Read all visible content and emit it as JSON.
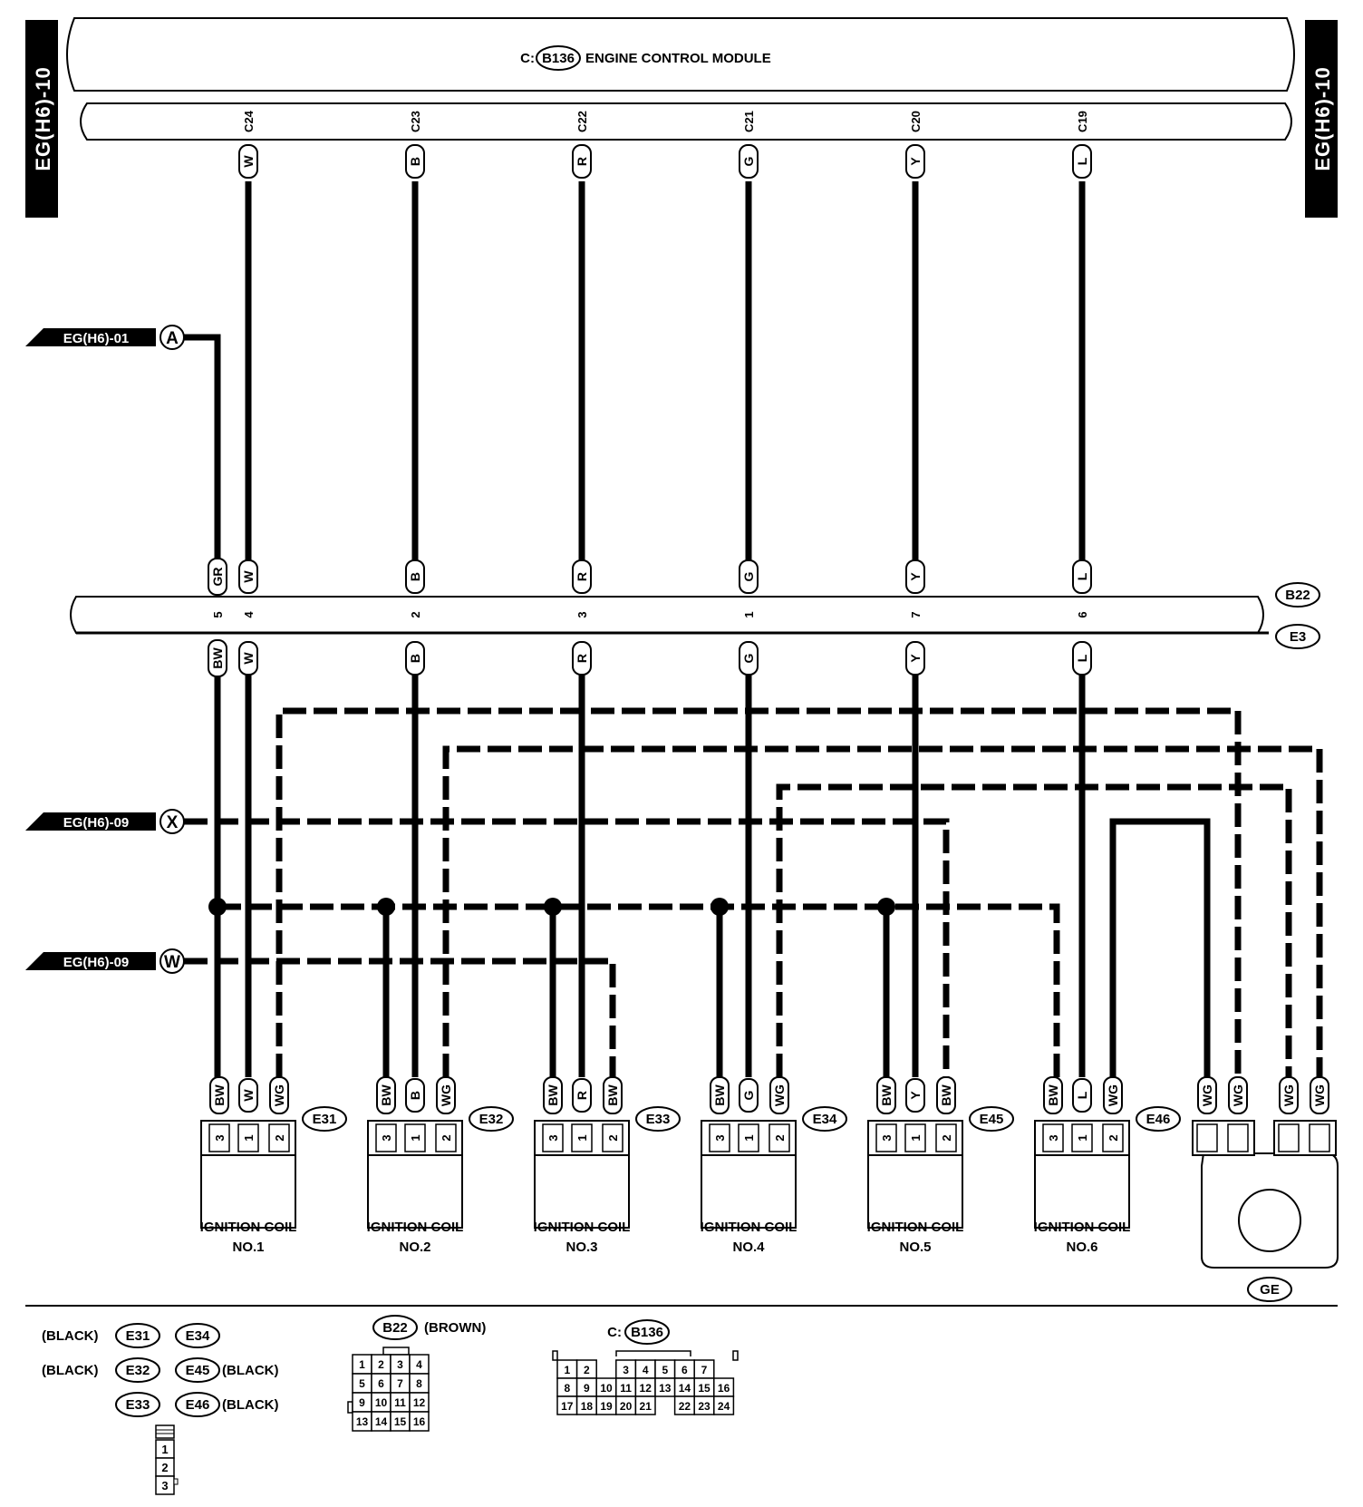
{
  "side_tags": {
    "left": "EG(H6)-10",
    "right": "EG(H6)-10"
  },
  "ecm": {
    "prefix": "C:",
    "connector": "B136",
    "title": "ENGINE CONTROL MODULE"
  },
  "ecm_pins": [
    {
      "pin": "C24",
      "color": "W"
    },
    {
      "pin": "C23",
      "color": "B"
    },
    {
      "pin": "C22",
      "color": "R"
    },
    {
      "pin": "C21",
      "color": "G"
    },
    {
      "pin": "C20",
      "color": "Y"
    },
    {
      "pin": "C19",
      "color": "L"
    }
  ],
  "references": [
    {
      "label": "EG(H6)-01",
      "symbol": "A"
    },
    {
      "label": "EG(H6)-09",
      "symbol": "X"
    },
    {
      "label": "EG(H6)-09",
      "symbol": "W"
    }
  ],
  "joint_connector": {
    "top_id": "B22",
    "bottom_id": "E3",
    "pins": [
      {
        "pin": "5",
        "top": "GR",
        "bottom": "BW"
      },
      {
        "pin": "4",
        "top": "W",
        "bottom": "W"
      },
      {
        "pin": "2",
        "top": "B",
        "bottom": "B"
      },
      {
        "pin": "3",
        "top": "R",
        "bottom": "R"
      },
      {
        "pin": "1",
        "top": "G",
        "bottom": "G"
      },
      {
        "pin": "7",
        "top": "Y",
        "bottom": "Y"
      },
      {
        "pin": "6",
        "top": "L",
        "bottom": "L"
      }
    ]
  },
  "coils": [
    {
      "id": "E31",
      "name1": "IGNITION COIL",
      "name2": "NO.1",
      "wires": [
        "BW",
        "W",
        "WG"
      ],
      "pins": [
        "3",
        "1",
        "2"
      ]
    },
    {
      "id": "E32",
      "name1": "IGNITION COIL",
      "name2": "NO.2",
      "wires": [
        "BW",
        "B",
        "WG"
      ],
      "pins": [
        "3",
        "1",
        "2"
      ]
    },
    {
      "id": "E33",
      "name1": "IGNITION COIL",
      "name2": "NO.3",
      "wires": [
        "BW",
        "R",
        "BW"
      ],
      "pins": [
        "3",
        "1",
        "2"
      ]
    },
    {
      "id": "E34",
      "name1": "IGNITION COIL",
      "name2": "NO.4",
      "wires": [
        "BW",
        "G",
        "WG"
      ],
      "pins": [
        "3",
        "1",
        "2"
      ]
    },
    {
      "id": "E45",
      "name1": "IGNITION COIL",
      "name2": "NO.5",
      "wires": [
        "BW",
        "Y",
        "BW"
      ],
      "pins": [
        "3",
        "1",
        "2"
      ]
    },
    {
      "id": "E46",
      "name1": "IGNITION COIL",
      "name2": "NO.6",
      "wires": [
        "BW",
        "L",
        "WG"
      ],
      "pins": [
        "3",
        "1",
        "2"
      ]
    }
  ],
  "ground": {
    "id": "GE",
    "wires": [
      "WG",
      "WG",
      "WG",
      "WG"
    ]
  },
  "legend": {
    "black": "(BLACK)",
    "brown": "(BROWN)",
    "coil_ids": [
      "E31",
      "E34",
      "E32",
      "E45",
      "E33",
      "E46"
    ],
    "coil_pins": [
      "1",
      "2",
      "3"
    ],
    "b22_id": "B22",
    "b22_pins": [
      [
        "1",
        "2",
        "3",
        "4"
      ],
      [
        "5",
        "6",
        "7",
        "8"
      ],
      [
        "9",
        "10",
        "11",
        "12"
      ],
      [
        "13",
        "14",
        "15",
        "16"
      ]
    ],
    "b136_prefix": "C:",
    "b136_id": "B136",
    "b136_rows": [
      [
        "1",
        "2",
        "",
        "3",
        "4",
        "5",
        "6",
        "7"
      ],
      [
        "8",
        "9",
        "10",
        "11",
        "12",
        "13",
        "14",
        "15",
        "16"
      ],
      [
        "17",
        "18",
        "19",
        "20",
        "21",
        "",
        "22",
        "23",
        "24"
      ]
    ]
  }
}
